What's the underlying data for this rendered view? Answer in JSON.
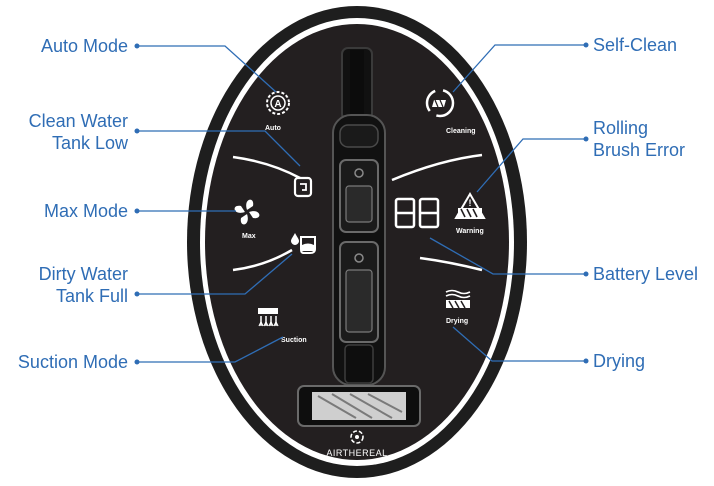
{
  "brand": "AIRTHEREAL",
  "display": {
    "digits": "88"
  },
  "panel_labels": {
    "auto": "Auto",
    "cleaning": "Cleaning",
    "max": "Max",
    "warning": "Warning",
    "suction": "Suction",
    "drying": "Drying"
  },
  "callouts": {
    "auto_mode": "Auto Mode",
    "clean_water_tank_low": [
      "Clean Water",
      "Tank Low"
    ],
    "max_mode": "Max Mode",
    "dirty_water_tank_full": [
      "Dirty Water",
      "Tank Full"
    ],
    "suction_mode": "Suction Mode",
    "self_clean": "Self-Clean",
    "rolling_brush_error": [
      "Rolling",
      "Brush Error"
    ],
    "battery_level": "Battery Level",
    "drying": "Drying"
  },
  "colors": {
    "callout_text": "#2f6db5",
    "leader_line": "#2f6db5",
    "panel_body": "#231f20",
    "panel_ring": "#000000",
    "icon_white": "#ffffff"
  },
  "icons": [
    "auto-mode-icon",
    "self-clean-icon",
    "clean-water-tank-icon",
    "rolling-brush-error-icon",
    "max-mode-icon",
    "dirty-water-tank-icon",
    "battery-display-icon",
    "suction-mode-icon",
    "drying-icon",
    "airthereal-logo-icon"
  ]
}
